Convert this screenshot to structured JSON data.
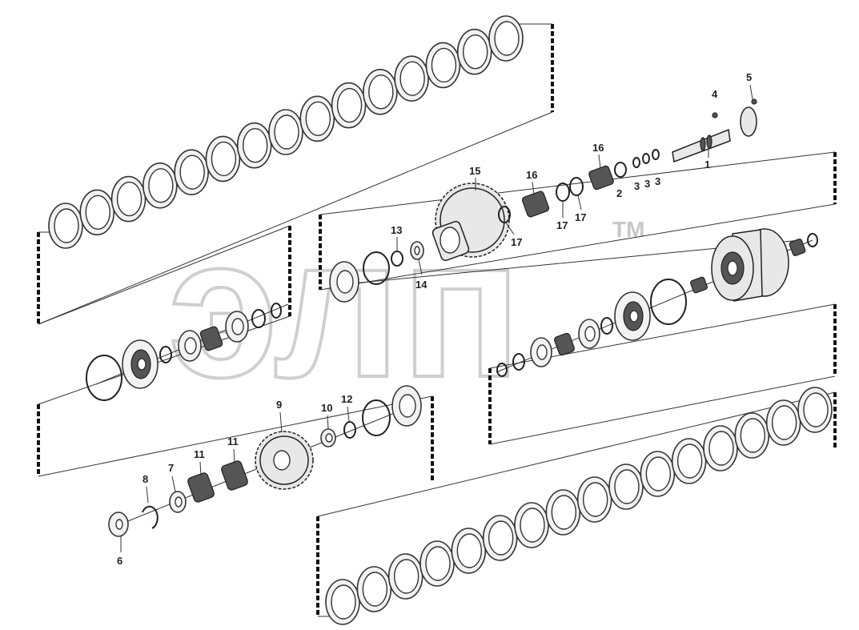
{
  "watermark": {
    "text": "элп",
    "trademark": "TM"
  },
  "part_labels": [
    {
      "id": "p1",
      "text": "1"
    },
    {
      "id": "p2",
      "text": "2"
    },
    {
      "id": "p3a",
      "text": "3"
    },
    {
      "id": "p3b",
      "text": "3"
    },
    {
      "id": "p3c",
      "text": "3"
    },
    {
      "id": "p4",
      "text": "4"
    },
    {
      "id": "p5",
      "text": "5"
    },
    {
      "id": "p6",
      "text": "6"
    },
    {
      "id": "p7",
      "text": "7"
    },
    {
      "id": "p8",
      "text": "8"
    },
    {
      "id": "p9",
      "text": "9"
    },
    {
      "id": "p10",
      "text": "10"
    },
    {
      "id": "p11a",
      "text": "11"
    },
    {
      "id": "p11b",
      "text": "11"
    },
    {
      "id": "p12",
      "text": "12"
    },
    {
      "id": "p13",
      "text": "13"
    },
    {
      "id": "p14",
      "text": "14"
    },
    {
      "id": "p15",
      "text": "15"
    },
    {
      "id": "p16a",
      "text": "16"
    },
    {
      "id": "p16b",
      "text": "16"
    },
    {
      "id": "p17a",
      "text": "17"
    },
    {
      "id": "p17b",
      "text": "17"
    },
    {
      "id": "p17c",
      "text": "17"
    }
  ],
  "colors": {
    "line": "#222222",
    "watermark": "#cfcfcf",
    "fill": "#f2f2f2"
  }
}
